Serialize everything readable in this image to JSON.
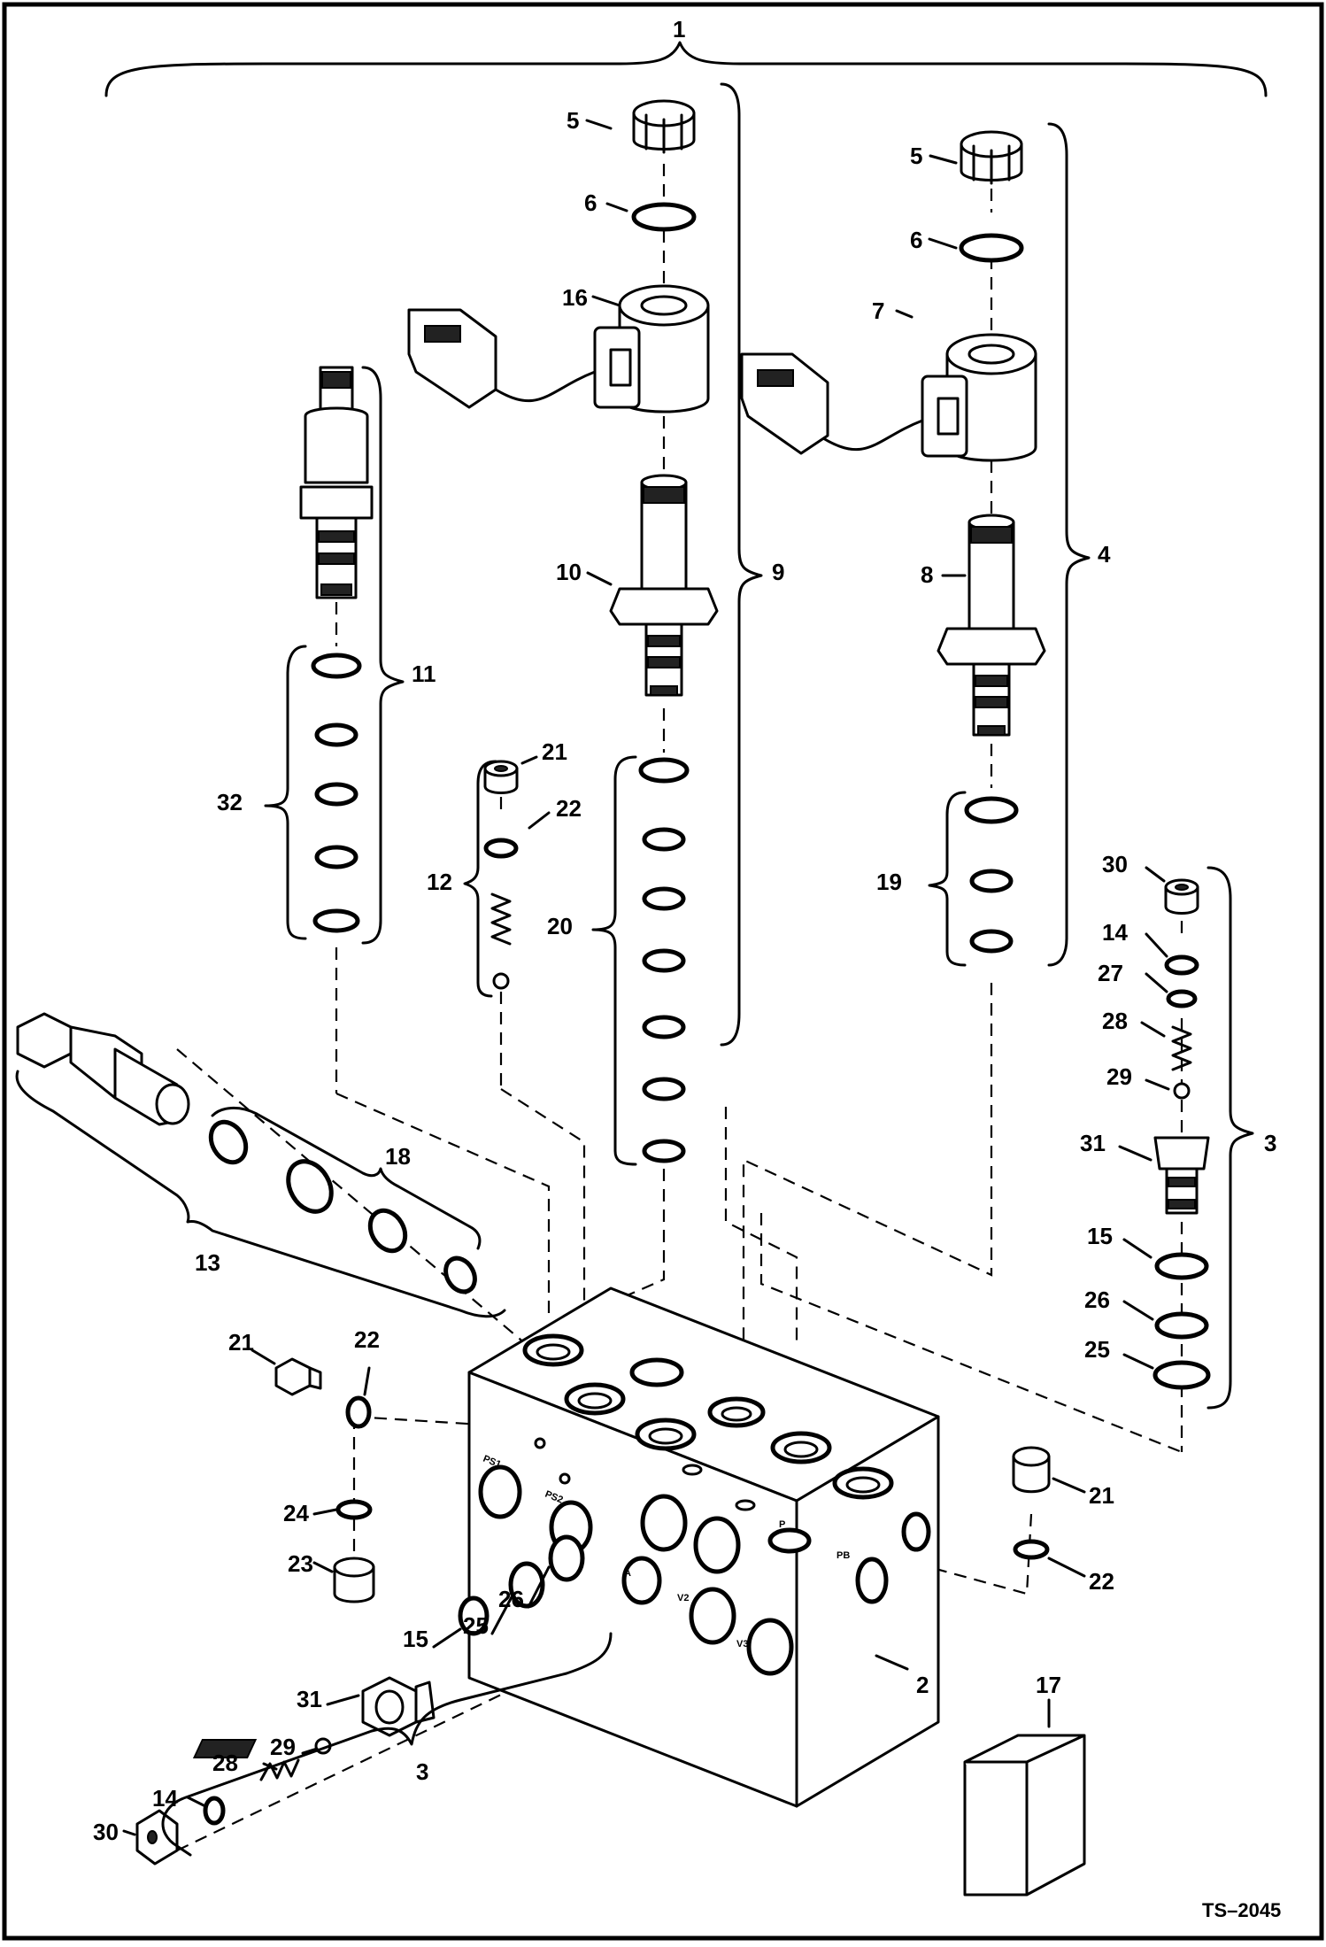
{
  "drawing_code": "TS–2045",
  "callouts": [
    {
      "id": "c1",
      "text": "1"
    },
    {
      "id": "c5a",
      "text": "5"
    },
    {
      "id": "c6a",
      "text": "6"
    },
    {
      "id": "c16",
      "text": "16"
    },
    {
      "id": "c5b",
      "text": "5"
    },
    {
      "id": "c6b",
      "text": "6"
    },
    {
      "id": "c7",
      "text": "7"
    },
    {
      "id": "c10",
      "text": "10"
    },
    {
      "id": "c9",
      "text": "9"
    },
    {
      "id": "c8",
      "text": "8"
    },
    {
      "id": "c4",
      "text": "4"
    },
    {
      "id": "c11",
      "text": "11"
    },
    {
      "id": "c32",
      "text": "32"
    },
    {
      "id": "c21a",
      "text": "21"
    },
    {
      "id": "c22a",
      "text": "22"
    },
    {
      "id": "c12",
      "text": "12"
    },
    {
      "id": "c20",
      "text": "20"
    },
    {
      "id": "c19",
      "text": "19"
    },
    {
      "id": "c30a",
      "text": "30"
    },
    {
      "id": "c14a",
      "text": "14"
    },
    {
      "id": "c27",
      "text": "27"
    },
    {
      "id": "c28a",
      "text": "28"
    },
    {
      "id": "c29a",
      "text": "29"
    },
    {
      "id": "c31a",
      "text": "31"
    },
    {
      "id": "c3a",
      "text": "3"
    },
    {
      "id": "c15a",
      "text": "15"
    },
    {
      "id": "c26a",
      "text": "26"
    },
    {
      "id": "c25a",
      "text": "25"
    },
    {
      "id": "c18",
      "text": "18"
    },
    {
      "id": "c13",
      "text": "13"
    },
    {
      "id": "c21b",
      "text": "21"
    },
    {
      "id": "c22b",
      "text": "22"
    },
    {
      "id": "c21c",
      "text": "21"
    },
    {
      "id": "c22c",
      "text": "22"
    },
    {
      "id": "c24",
      "text": "24"
    },
    {
      "id": "c23",
      "text": "23"
    },
    {
      "id": "c26b",
      "text": "26"
    },
    {
      "id": "c25b",
      "text": "25"
    },
    {
      "id": "c15b",
      "text": "15"
    },
    {
      "id": "c31b",
      "text": "31"
    },
    {
      "id": "c29b",
      "text": "29"
    },
    {
      "id": "c28b",
      "text": "28"
    },
    {
      "id": "c14b",
      "text": "14"
    },
    {
      "id": "c30b",
      "text": "30"
    },
    {
      "id": "c3b",
      "text": "3"
    },
    {
      "id": "c2",
      "text": "2"
    },
    {
      "id": "c17",
      "text": "17"
    }
  ],
  "port_labels": {
    "p1": "PS1",
    "p2": "PS2",
    "p3": "A",
    "p4": "V2",
    "p5": "V3",
    "p6": "P",
    "p7": "PB"
  }
}
